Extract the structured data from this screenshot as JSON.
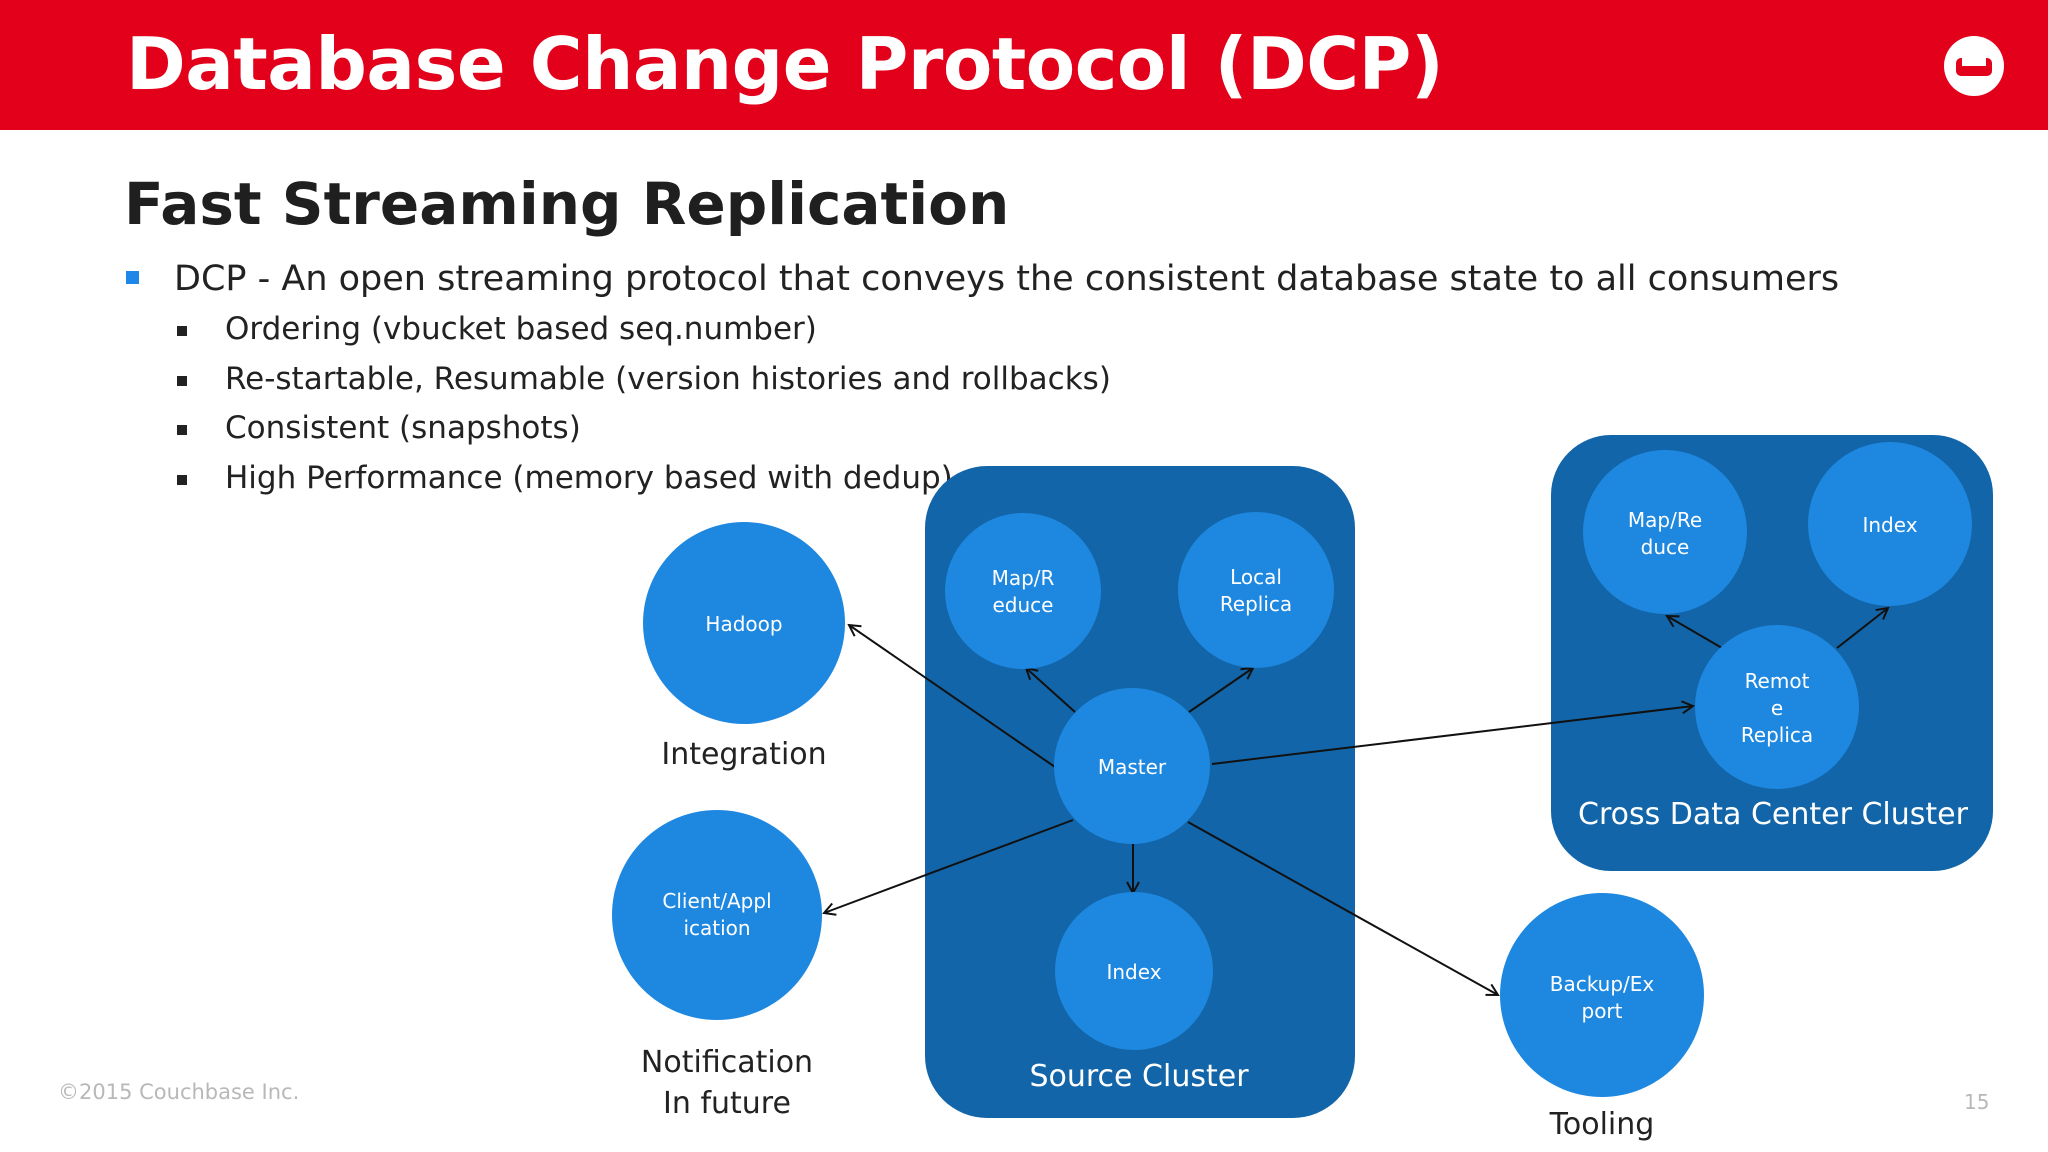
{
  "slide": {
    "title": "Database Change Protocol (DCP)",
    "subtitle": "Fast Streaming Replication",
    "bullet_main": "DCP - An open streaming protocol that conveys the consistent database state to all consumers",
    "sub_bullets": [
      "Ordering (vbucket based seq.number)",
      "Re-startable, Resumable (version histories and rollbacks)",
      "Consistent (snapshots)",
      "High Performance (memory based with dedup)"
    ],
    "copyright": "©2015 Couchbase Inc.",
    "page_number": "15"
  },
  "diagram": {
    "clusters": {
      "source": "Source Cluster",
      "cross_dc": "Cross Data Center Cluster"
    },
    "nodes": {
      "master": "Master",
      "source_mapreduce": [
        "Map/R",
        "educe"
      ],
      "local_replica": [
        "Local",
        "Replica"
      ],
      "source_index": "Index",
      "xdc_mapreduce": [
        "Map/Re",
        "duce"
      ],
      "xdc_index": "Index",
      "remote_replica": [
        "Remot",
        "e",
        "Replica"
      ],
      "hadoop": "Hadoop",
      "client": [
        "Client/Appl",
        "ication"
      ],
      "backup": [
        "Backup/Ex",
        "port"
      ]
    },
    "external_labels": {
      "integration": "Integration",
      "notification": [
        "Notification",
        "In future"
      ],
      "tooling": "Tooling"
    }
  },
  "colors": {
    "header": "#e2001a",
    "cluster_box": "#1265a8",
    "node": "#1e88e0",
    "bullet": "#1f87e8"
  }
}
